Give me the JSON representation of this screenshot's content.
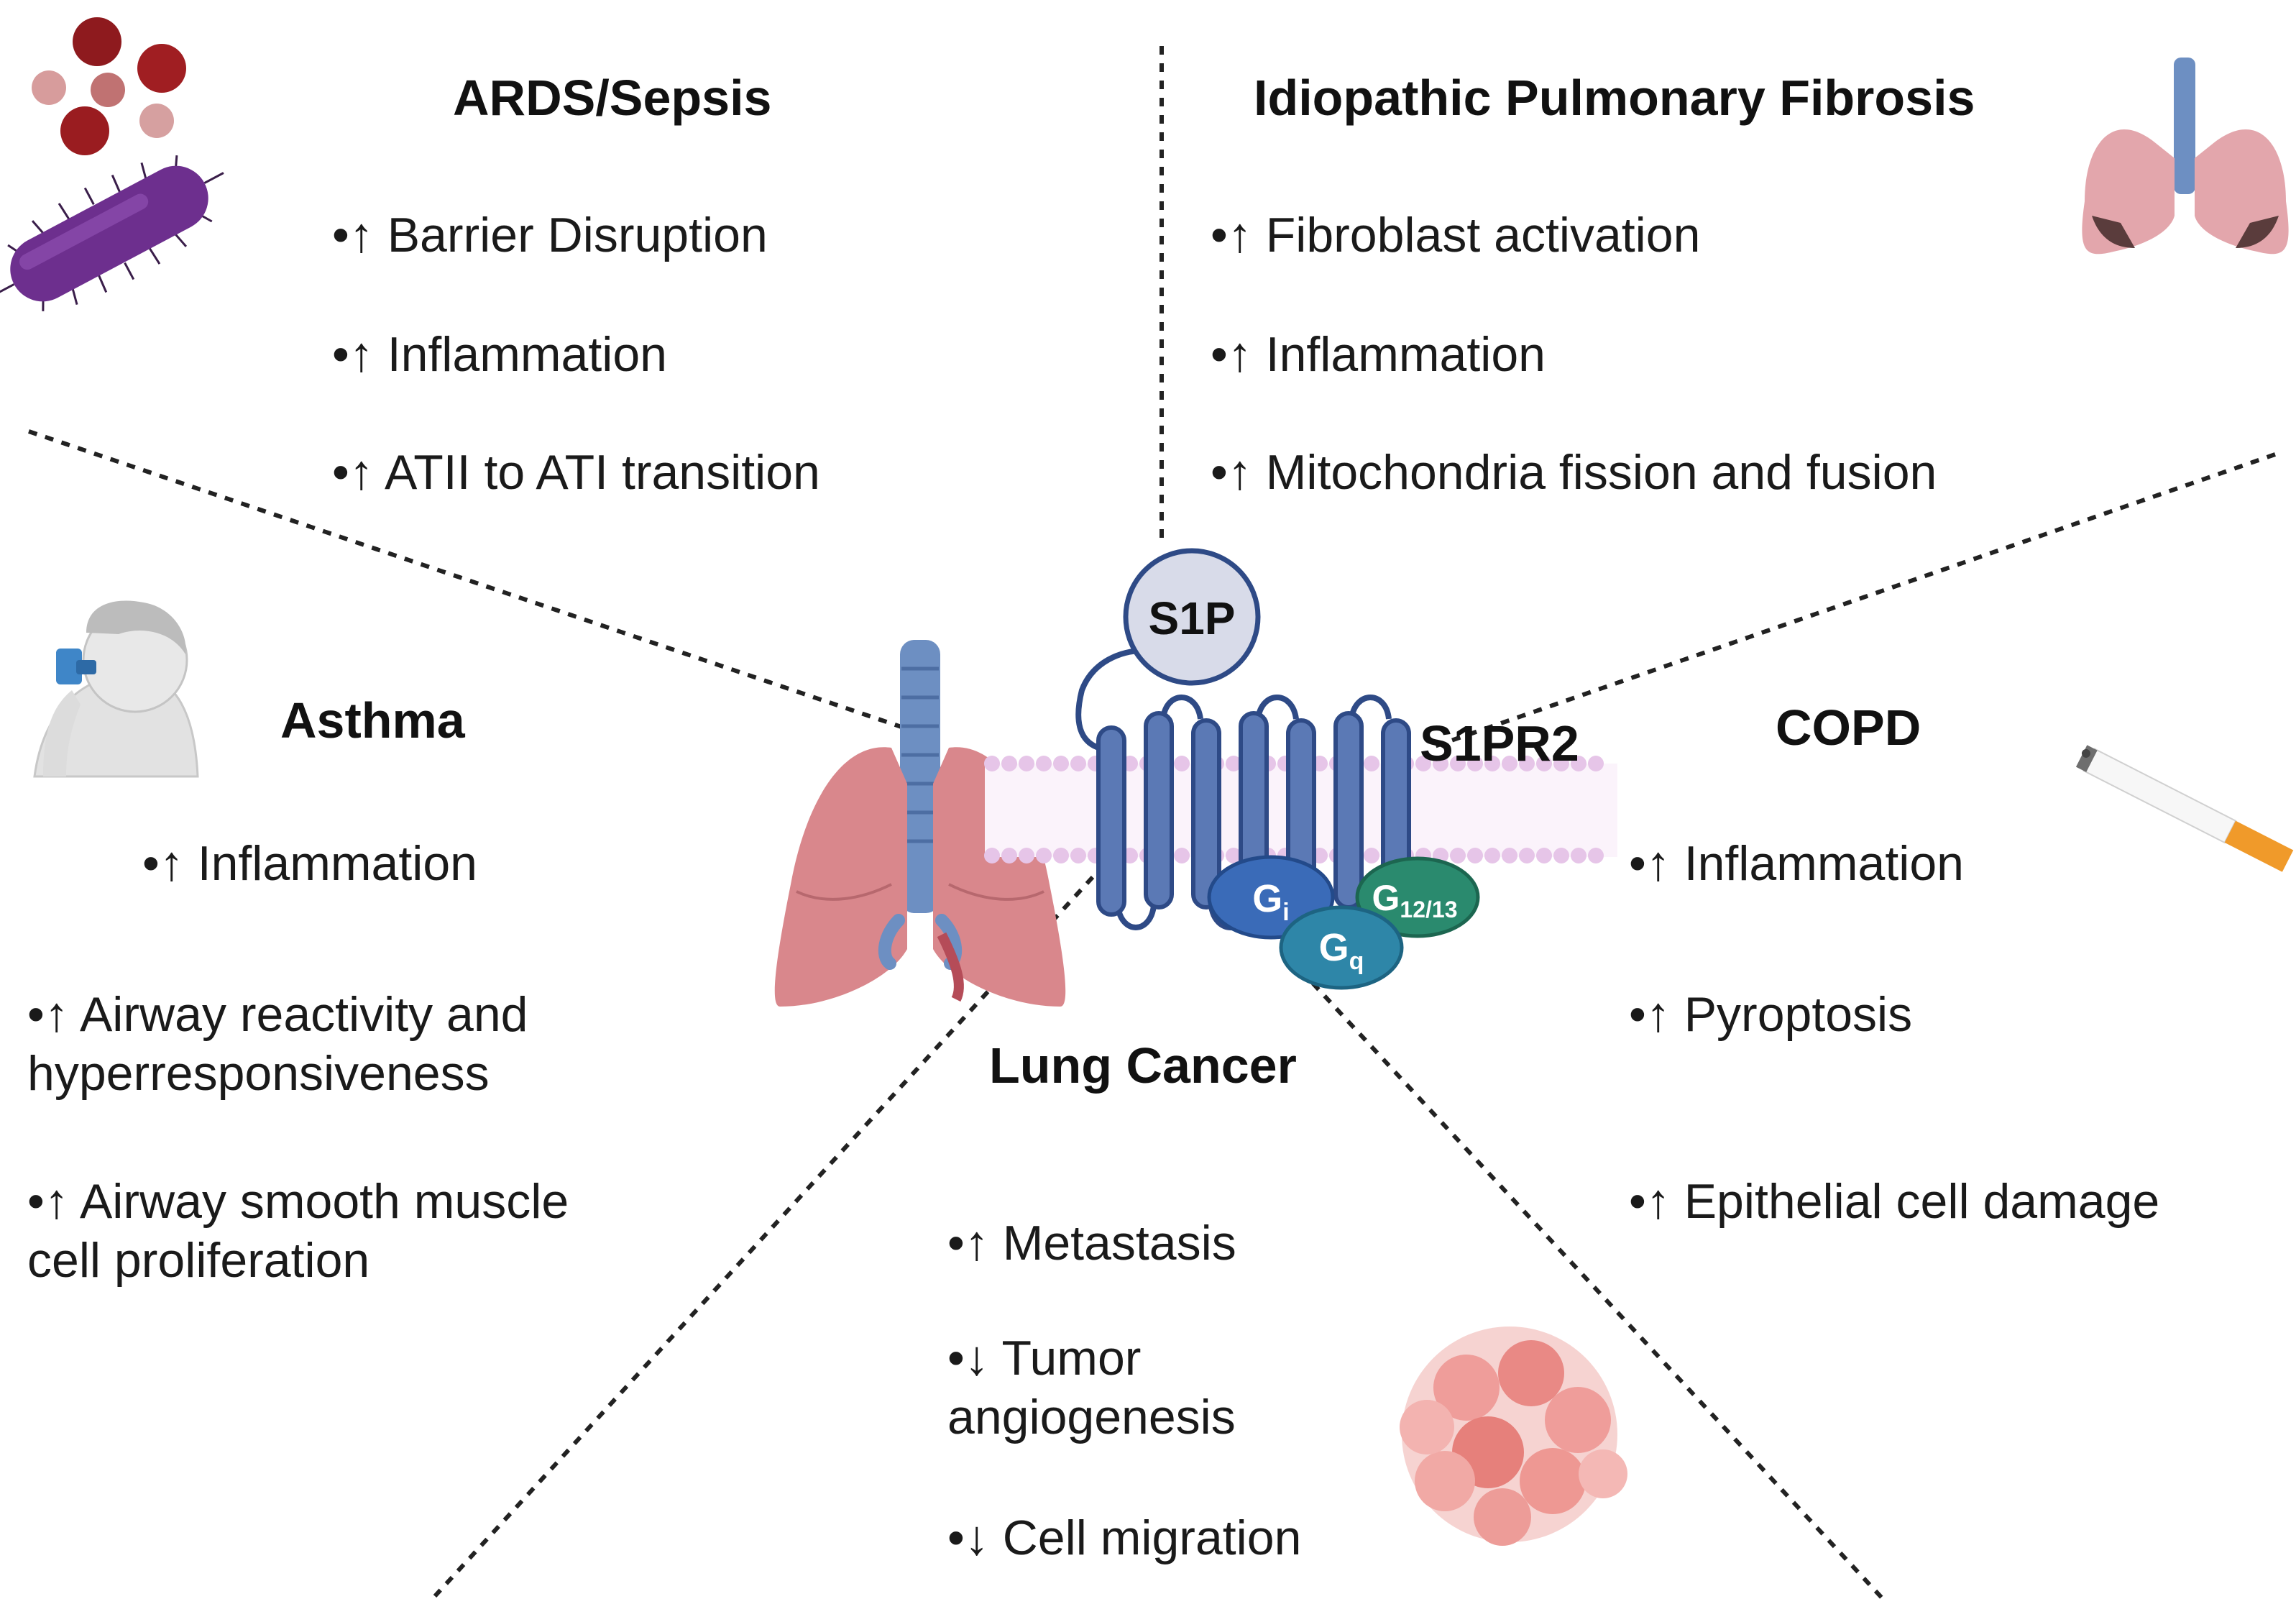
{
  "receptor": {
    "ligand": "S1P",
    "name": "S1PR2",
    "g_proteins": [
      {
        "base": "G",
        "sub": "i",
        "color": "#3a6bb8"
      },
      {
        "base": "G",
        "sub": "q",
        "color": "#2e86a8"
      },
      {
        "base": "G",
        "sub": "12/13",
        "color": "#2a8a6e"
      }
    ]
  },
  "colors": {
    "receptor": "#5b79b5",
    "receptor_stroke": "#2e4a86",
    "membrane": "#e6c5e8",
    "lung": "#d9878c",
    "trachea": "#6d8fc2"
  },
  "sections": {
    "ards": {
      "title": "ARDS/Sepsis",
      "bullets": [
        "•↑ Barrier Disruption",
        "•↑ Inflammation",
        "•↑ ATII to ATI transition"
      ]
    },
    "ipf": {
      "title": "Idiopathic Pulmonary Fibrosis",
      "bullets": [
        "•↑ Fibroblast activation",
        "•↑ Inflammation",
        "•↑ Mitochondria fission and fusion"
      ]
    },
    "asthma": {
      "title": "Asthma",
      "bullets": [
        "•↑ Inflammation",
        "•↑ Airway reactivity and hyperresponsiveness",
        "•↑ Airway smooth muscle cell proliferation"
      ]
    },
    "copd": {
      "title": "COPD",
      "bullets": [
        "•↑ Inflammation",
        "•↑ Pyroptosis",
        "•↑ Epithelial cell damage"
      ]
    },
    "lung_cancer": {
      "title": "Lung Cancer",
      "bullets": [
        "•↑ Metastasis",
        "•↓ Tumor angiogenesis",
        "•↓ Cell migration"
      ]
    }
  },
  "icons": [
    "blood-cells-icon",
    "bacterium-icon",
    "fibrotic-lungs-icon",
    "inhaler-person-icon",
    "cigarette-icon",
    "tumor-cell-cluster-icon",
    "lungs-icon"
  ]
}
